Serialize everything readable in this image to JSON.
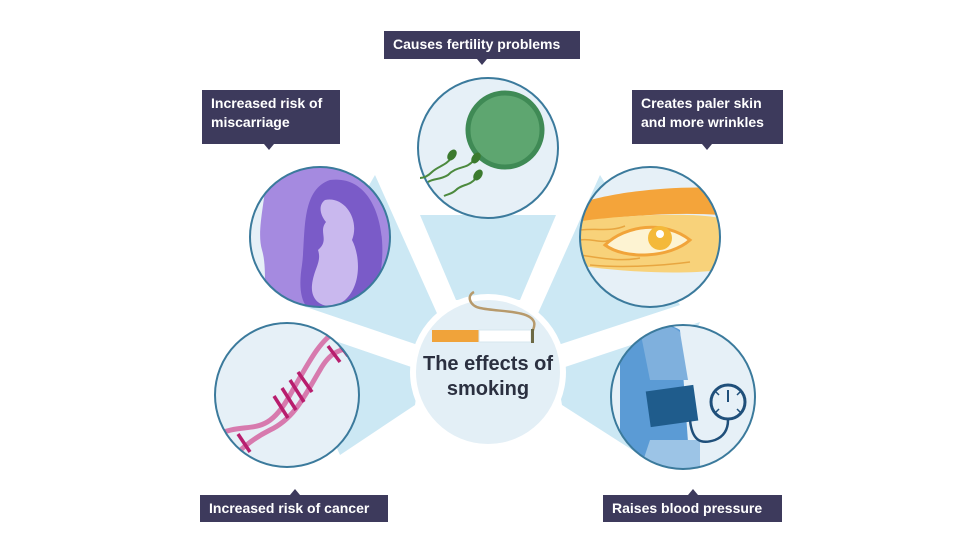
{
  "title": "The effects of smoking",
  "center": {
    "title_line1": "The effects of",
    "title_line2": "smoking",
    "icon": "cigarette-icon"
  },
  "effects": [
    {
      "id": "fertility",
      "label": "Causes fertility problems",
      "icon": "egg-and-sperm-icon"
    },
    {
      "id": "miscarriage",
      "label_line1": "Increased risk of",
      "label_line2": "miscarriage",
      "icon": "fetus-icon"
    },
    {
      "id": "skin",
      "label_line1": "Creates paler skin",
      "label_line2": "and more wrinkles",
      "icon": "wrinkled-eye-icon"
    },
    {
      "id": "cancer",
      "label": "Increased risk of cancer",
      "icon": "dna-icon"
    },
    {
      "id": "blood-pressure",
      "label": "Raises blood pressure",
      "icon": "blood-pressure-cuff-icon"
    }
  ],
  "colors": {
    "label_bg": "#3d3a5c",
    "circle_fill": "#e6f0f7",
    "circle_stroke": "#3b7a9c",
    "beam": "#c8e6f3",
    "egg_green": "#5aa46e",
    "fetus_purple": "#8e6fd6",
    "skin_yellow": "#f6c95a",
    "dna_pink": "#c0317c",
    "cuff_blue": "#2d6ea6"
  }
}
